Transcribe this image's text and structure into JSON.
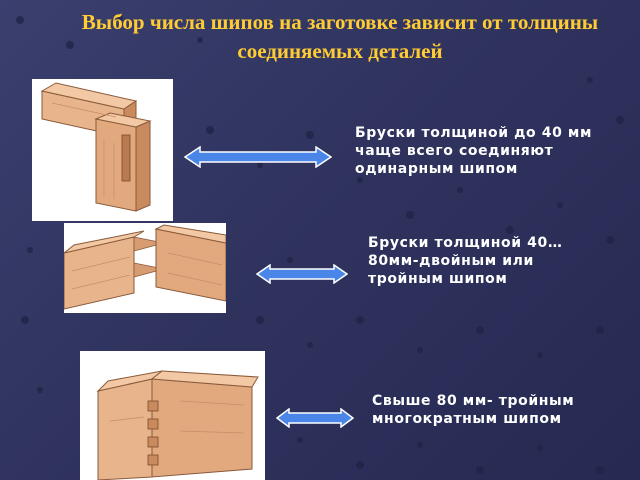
{
  "slide": {
    "title": "Выбор числа шипов на заготовке зависит от толщины соединяемых деталей",
    "sections": [
      {
        "text": "Бруски толщиной до 40 мм чаще всего соединяют одинарным шипом"
      },
      {
        "text": "Бруски толщиной 40…80мм-двойным или тройным шипом"
      },
      {
        "text": "Свыше 80 мм- тройным многократным шипом"
      }
    ]
  },
  "colors": {
    "background": "#2f335e",
    "title": "#ffcc33",
    "text": "#ffffff",
    "arrow_fill": "#4a86e8",
    "arrow_stroke": "#ffffff",
    "wood_light": "#e8b48c",
    "wood_dark": "#c98a5e"
  },
  "icons": [
    "double-arrow-icon",
    "double-arrow-icon",
    "double-arrow-icon"
  ]
}
